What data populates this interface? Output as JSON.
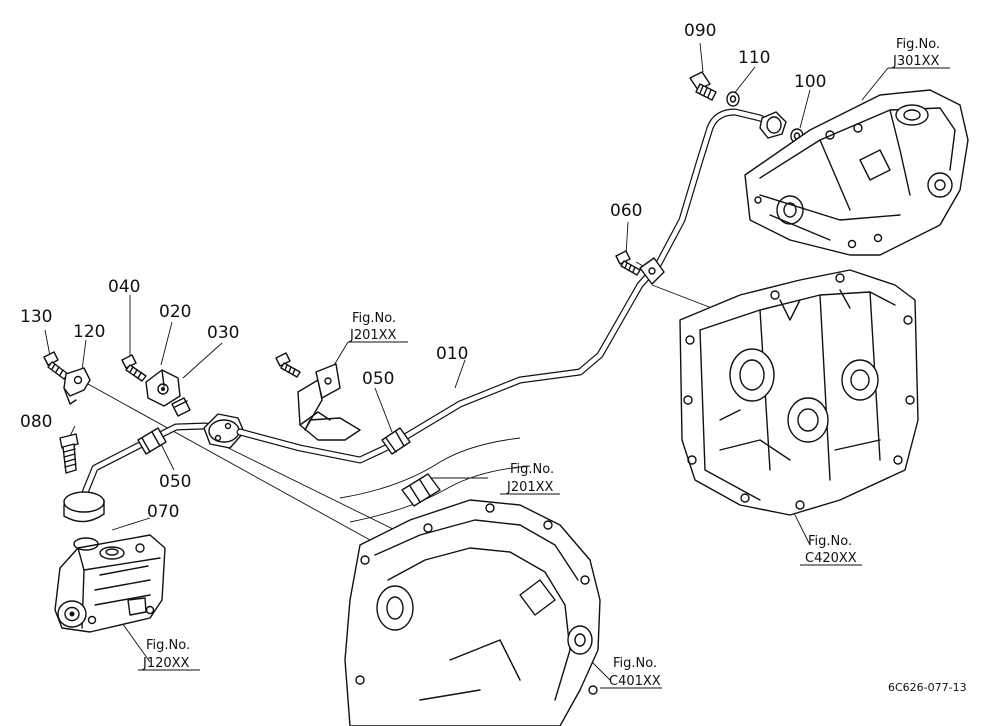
{
  "parts": [
    {
      "id": "part-010",
      "text": "010"
    },
    {
      "id": "part-020",
      "text": "020"
    },
    {
      "id": "part-030",
      "text": "030"
    },
    {
      "id": "part-040",
      "text": "040"
    },
    {
      "id": "part-050-upper",
      "text": "050"
    },
    {
      "id": "part-050-lower",
      "text": "050"
    },
    {
      "id": "part-060",
      "text": "060"
    },
    {
      "id": "part-070",
      "text": "070"
    },
    {
      "id": "part-080",
      "text": "080"
    },
    {
      "id": "part-090",
      "text": "090"
    },
    {
      "id": "part-100",
      "text": "100"
    },
    {
      "id": "part-110",
      "text": "110"
    },
    {
      "id": "part-120",
      "text": "120"
    },
    {
      "id": "part-130",
      "text": "130"
    }
  ],
  "fig_refs": [
    {
      "id": "fig-j301xx",
      "caption": "Fig.No.",
      "code": "J301XX"
    },
    {
      "id": "fig-j201xx-upper",
      "caption": "Fig.No.",
      "code": "J201XX"
    },
    {
      "id": "fig-j201xx-lower",
      "caption": "Fig.No.",
      "code": "J201XX"
    },
    {
      "id": "fig-c420xx",
      "caption": "Fig.No.",
      "code": "C420XX"
    },
    {
      "id": "fig-j120xx",
      "caption": "Fig.No.",
      "code": "J120XX"
    },
    {
      "id": "fig-c401xx",
      "caption": "Fig.No.",
      "code": "C401XX"
    }
  ],
  "drawing_code": "6C626-077-13"
}
